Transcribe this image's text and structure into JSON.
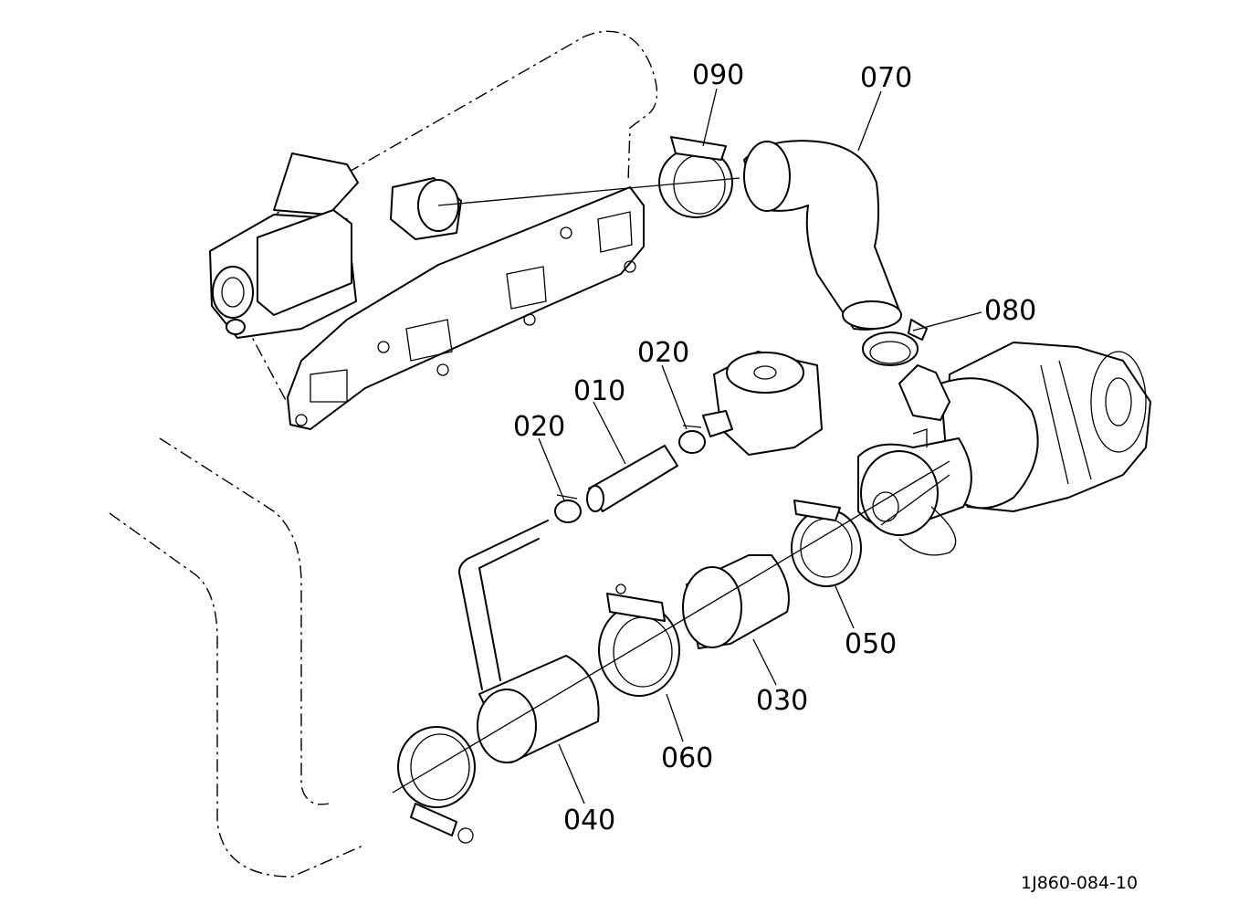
{
  "parts": {
    "p010": "010",
    "p020a": "020",
    "p020b": "020",
    "p030": "030",
    "p040": "040",
    "p050": "050",
    "p060": "060",
    "p070": "070",
    "p080": "080",
    "p090": "090"
  },
  "drawing_code": "1J860-084-10"
}
